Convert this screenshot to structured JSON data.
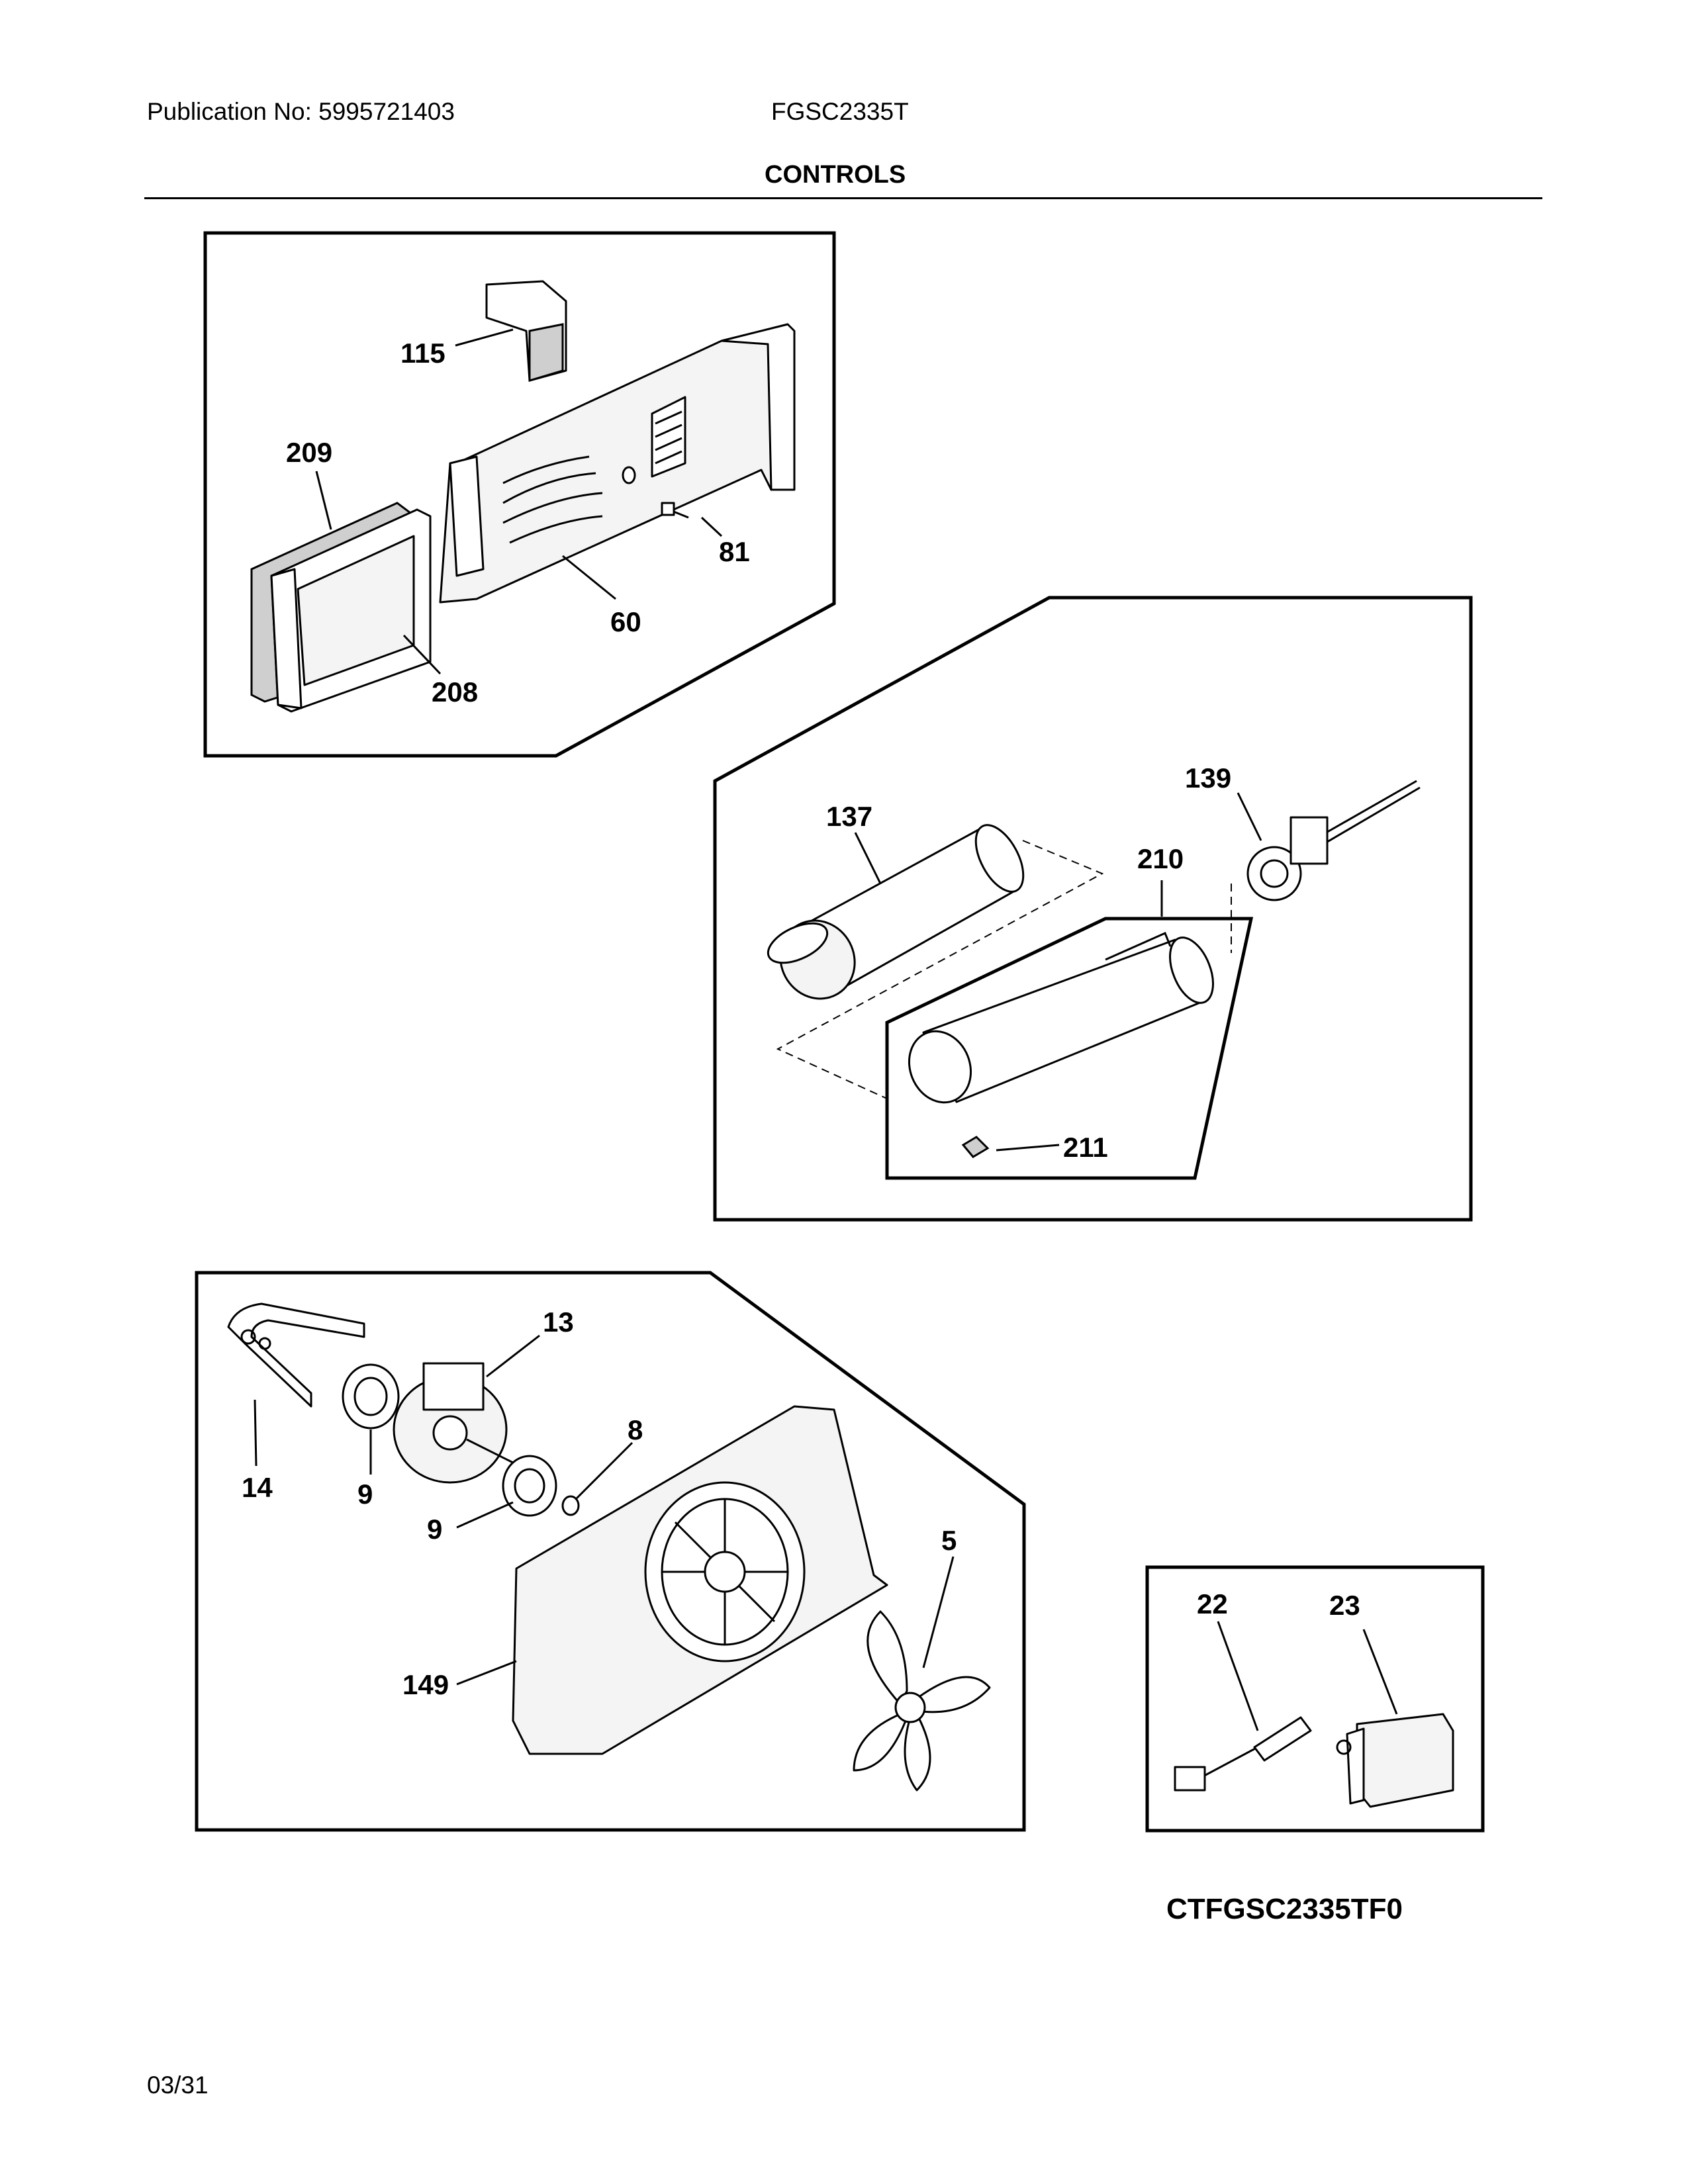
{
  "header": {
    "publication": "Publication No: 5995721403",
    "model": "FGSC2335T",
    "section_title": "CONTROLS"
  },
  "callouts": {
    "c115": "115",
    "c209": "209",
    "c81": "81",
    "c60": "60",
    "c208": "208",
    "c137": "137",
    "c139": "139",
    "c210": "210",
    "c211": "211",
    "c13": "13",
    "c8": "8",
    "c14": "14",
    "c9a": "9",
    "c9b": "9",
    "c5": "5",
    "c149": "149",
    "c22": "22",
    "c23": "23"
  },
  "footer": {
    "diagram_code": "CTFGSC2335TF0",
    "page": "03/31"
  }
}
